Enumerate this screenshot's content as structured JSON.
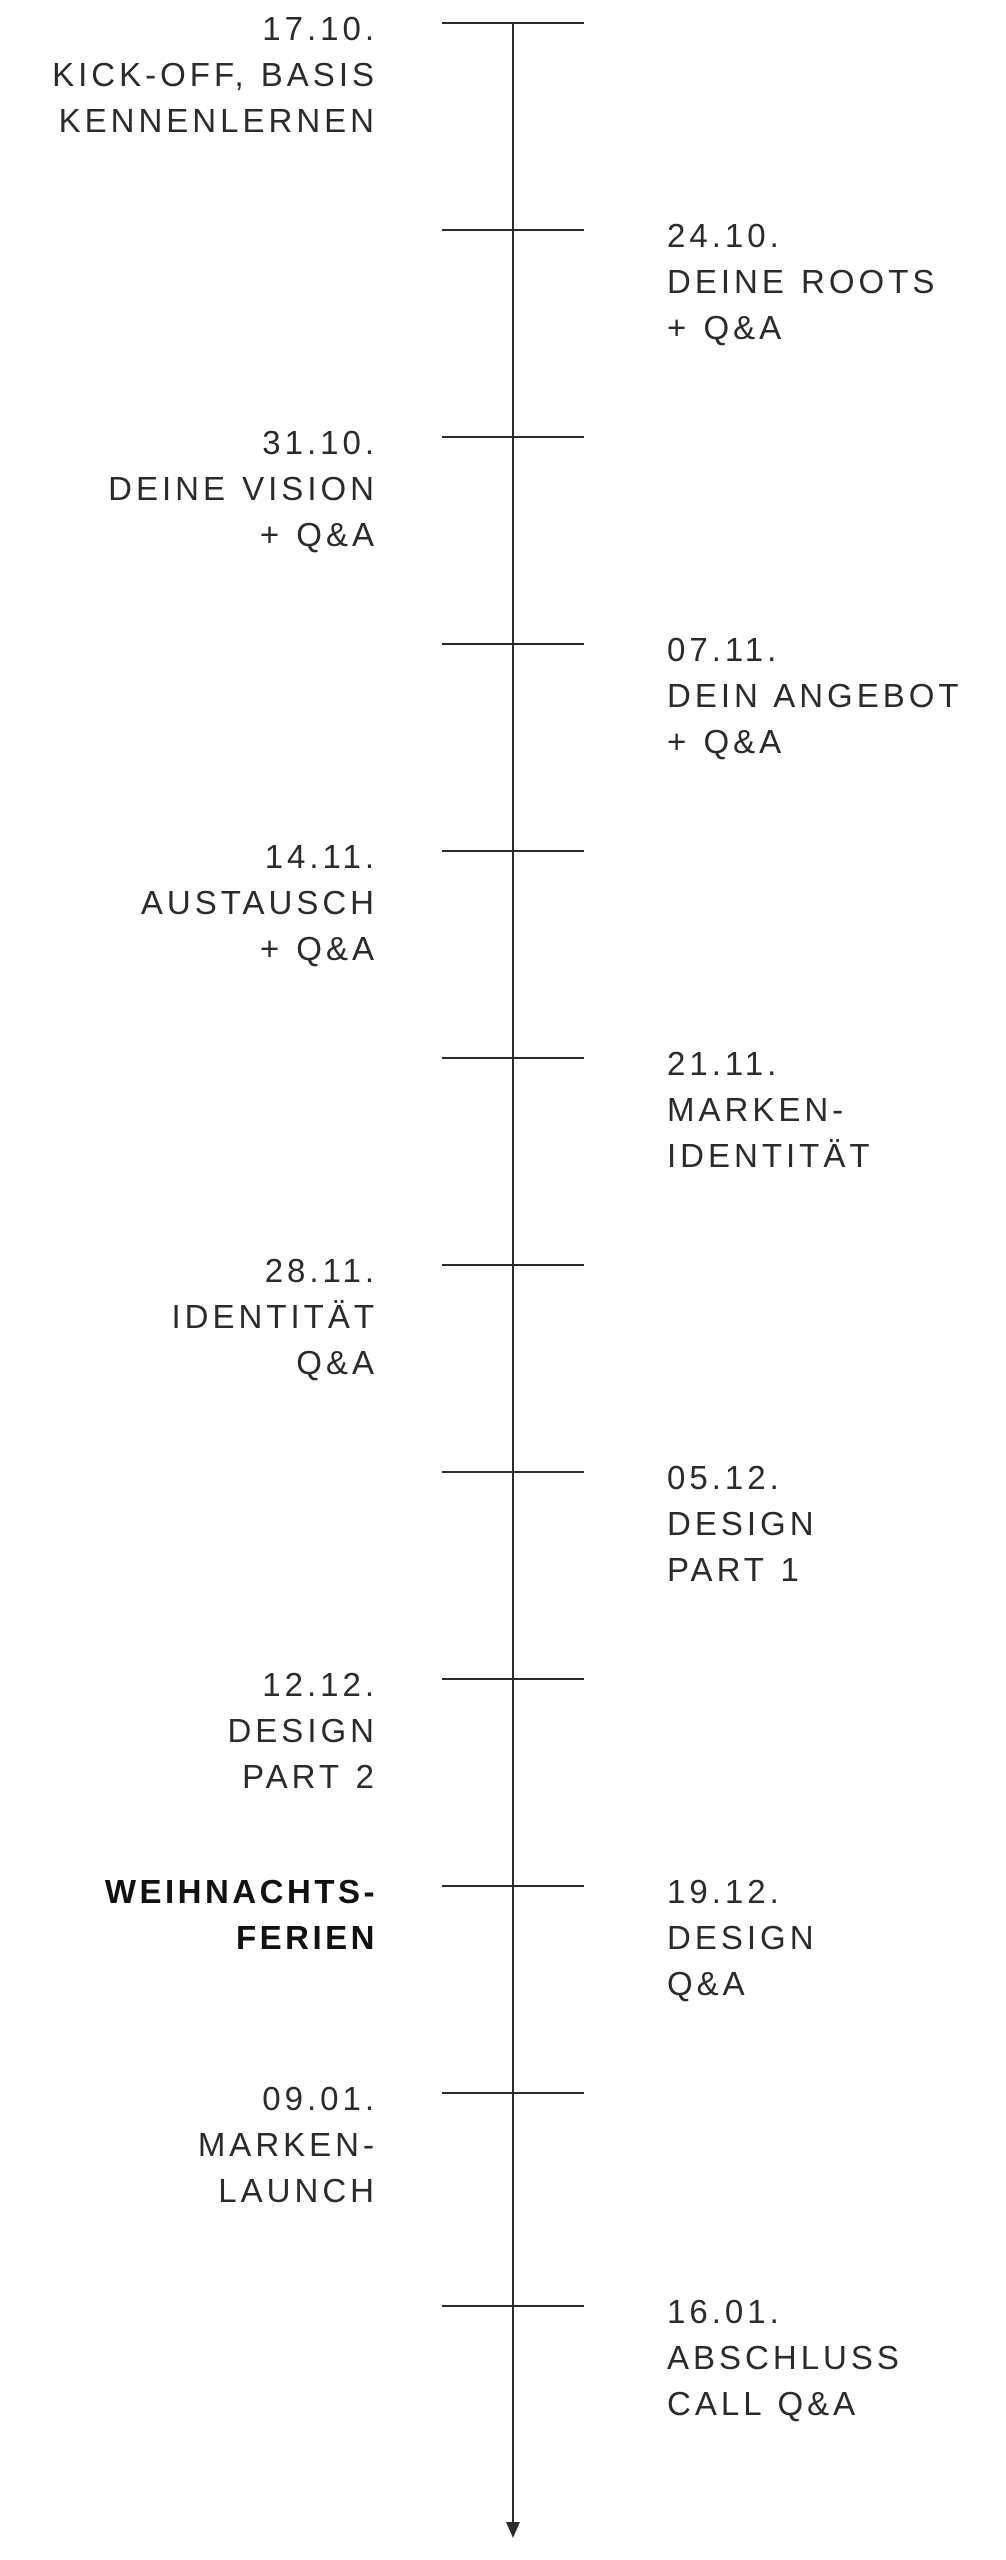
{
  "colors": {
    "line": "#2b2b2b",
    "text": "#2b2b2b",
    "note": "#111111",
    "background": "#ffffff"
  },
  "timeline": {
    "events": [
      {
        "date": "17.10.",
        "lines": [
          "KICK-OFF, BASIS",
          "KENNENLERNEN"
        ],
        "side": "left"
      },
      {
        "date": "24.10.",
        "lines": [
          "DEINE ROOTS",
          "+ Q&A"
        ],
        "side": "right"
      },
      {
        "date": "31.10.",
        "lines": [
          "DEINE VISION",
          "+ Q&A"
        ],
        "side": "left"
      },
      {
        "date": "07.11.",
        "lines": [
          "DEIN ANGEBOT",
          "+ Q&A"
        ],
        "side": "right"
      },
      {
        "date": "14.11.",
        "lines": [
          "AUSTAUSCH",
          "+ Q&A"
        ],
        "side": "left"
      },
      {
        "date": "21.11.",
        "lines": [
          "MARKEN-",
          "IDENTITÄT"
        ],
        "side": "right"
      },
      {
        "date": "28.11.",
        "lines": [
          "IDENTITÄT",
          "Q&A"
        ],
        "side": "left"
      },
      {
        "date": "05.12.",
        "lines": [
          "DESIGN",
          "PART 1"
        ],
        "side": "right"
      },
      {
        "date": "12.12.",
        "lines": [
          "DESIGN",
          "PART 2"
        ],
        "side": "left"
      },
      {
        "date": "19.12.",
        "lines": [
          "DESIGN",
          "Q&A"
        ],
        "side": "right"
      },
      {
        "date": "09.01.",
        "lines": [
          "MARKEN-",
          "LAUNCH"
        ],
        "side": "left"
      },
      {
        "date": "16.01.",
        "lines": [
          "ABSCHLUSS",
          "CALL Q&A"
        ],
        "side": "right"
      }
    ],
    "break_note": {
      "lines": [
        "WEIHNACHTS-",
        "FERIEN"
      ],
      "side": "left",
      "aligned_with_event": 9
    },
    "end_marker": "arrow-down-icon"
  }
}
